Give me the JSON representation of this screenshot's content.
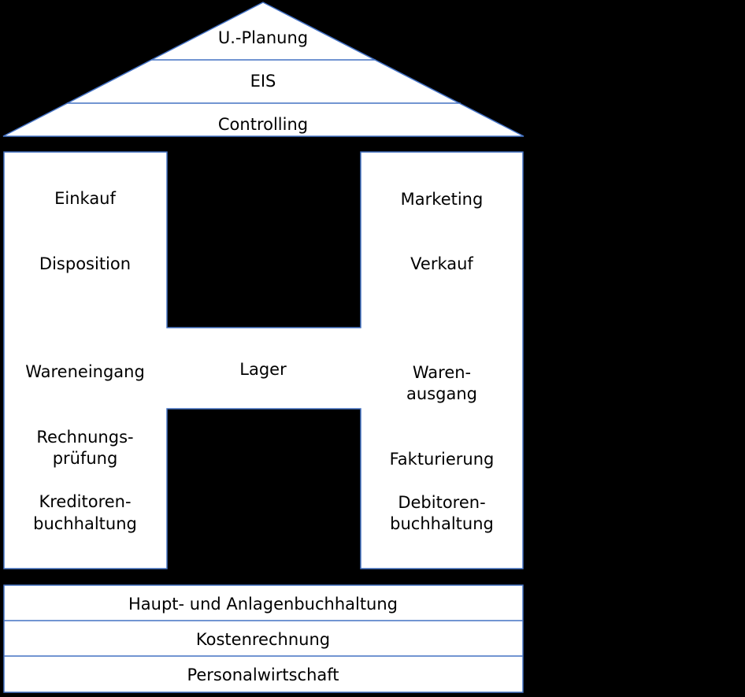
{
  "roof": {
    "top_label": "U.-Planung",
    "middle_label": "EIS",
    "bottom_label": "Controlling"
  },
  "left_wing": {
    "purchasing": "Einkauf",
    "scheduling": "Disposition",
    "goods_receipt": "Wareneingang",
    "invoice_check": [
      "Rechnungs-",
      "prüfung"
    ],
    "creditor_accounting": [
      "Kreditoren-",
      "buchhaltung"
    ]
  },
  "center": {
    "warehouse": "Lager"
  },
  "right_wing": {
    "marketing": "Marketing",
    "sales": "Verkauf",
    "goods_issue": [
      "Waren-",
      "ausgang"
    ],
    "invoicing": "Fakturierung",
    "debtor_accounting": [
      "Debitoren-",
      "buchhaltung"
    ]
  },
  "foundation": {
    "general_ledger": "Haupt- und Anlagenbuchhaltung",
    "cost_accounting": "Kostenrechnung",
    "personnel": "Personalwirtschaft"
  },
  "colors": {
    "background": "#000000",
    "panel_fill": "#FFFFFF",
    "border": "#4472C4",
    "text": "#000000"
  }
}
